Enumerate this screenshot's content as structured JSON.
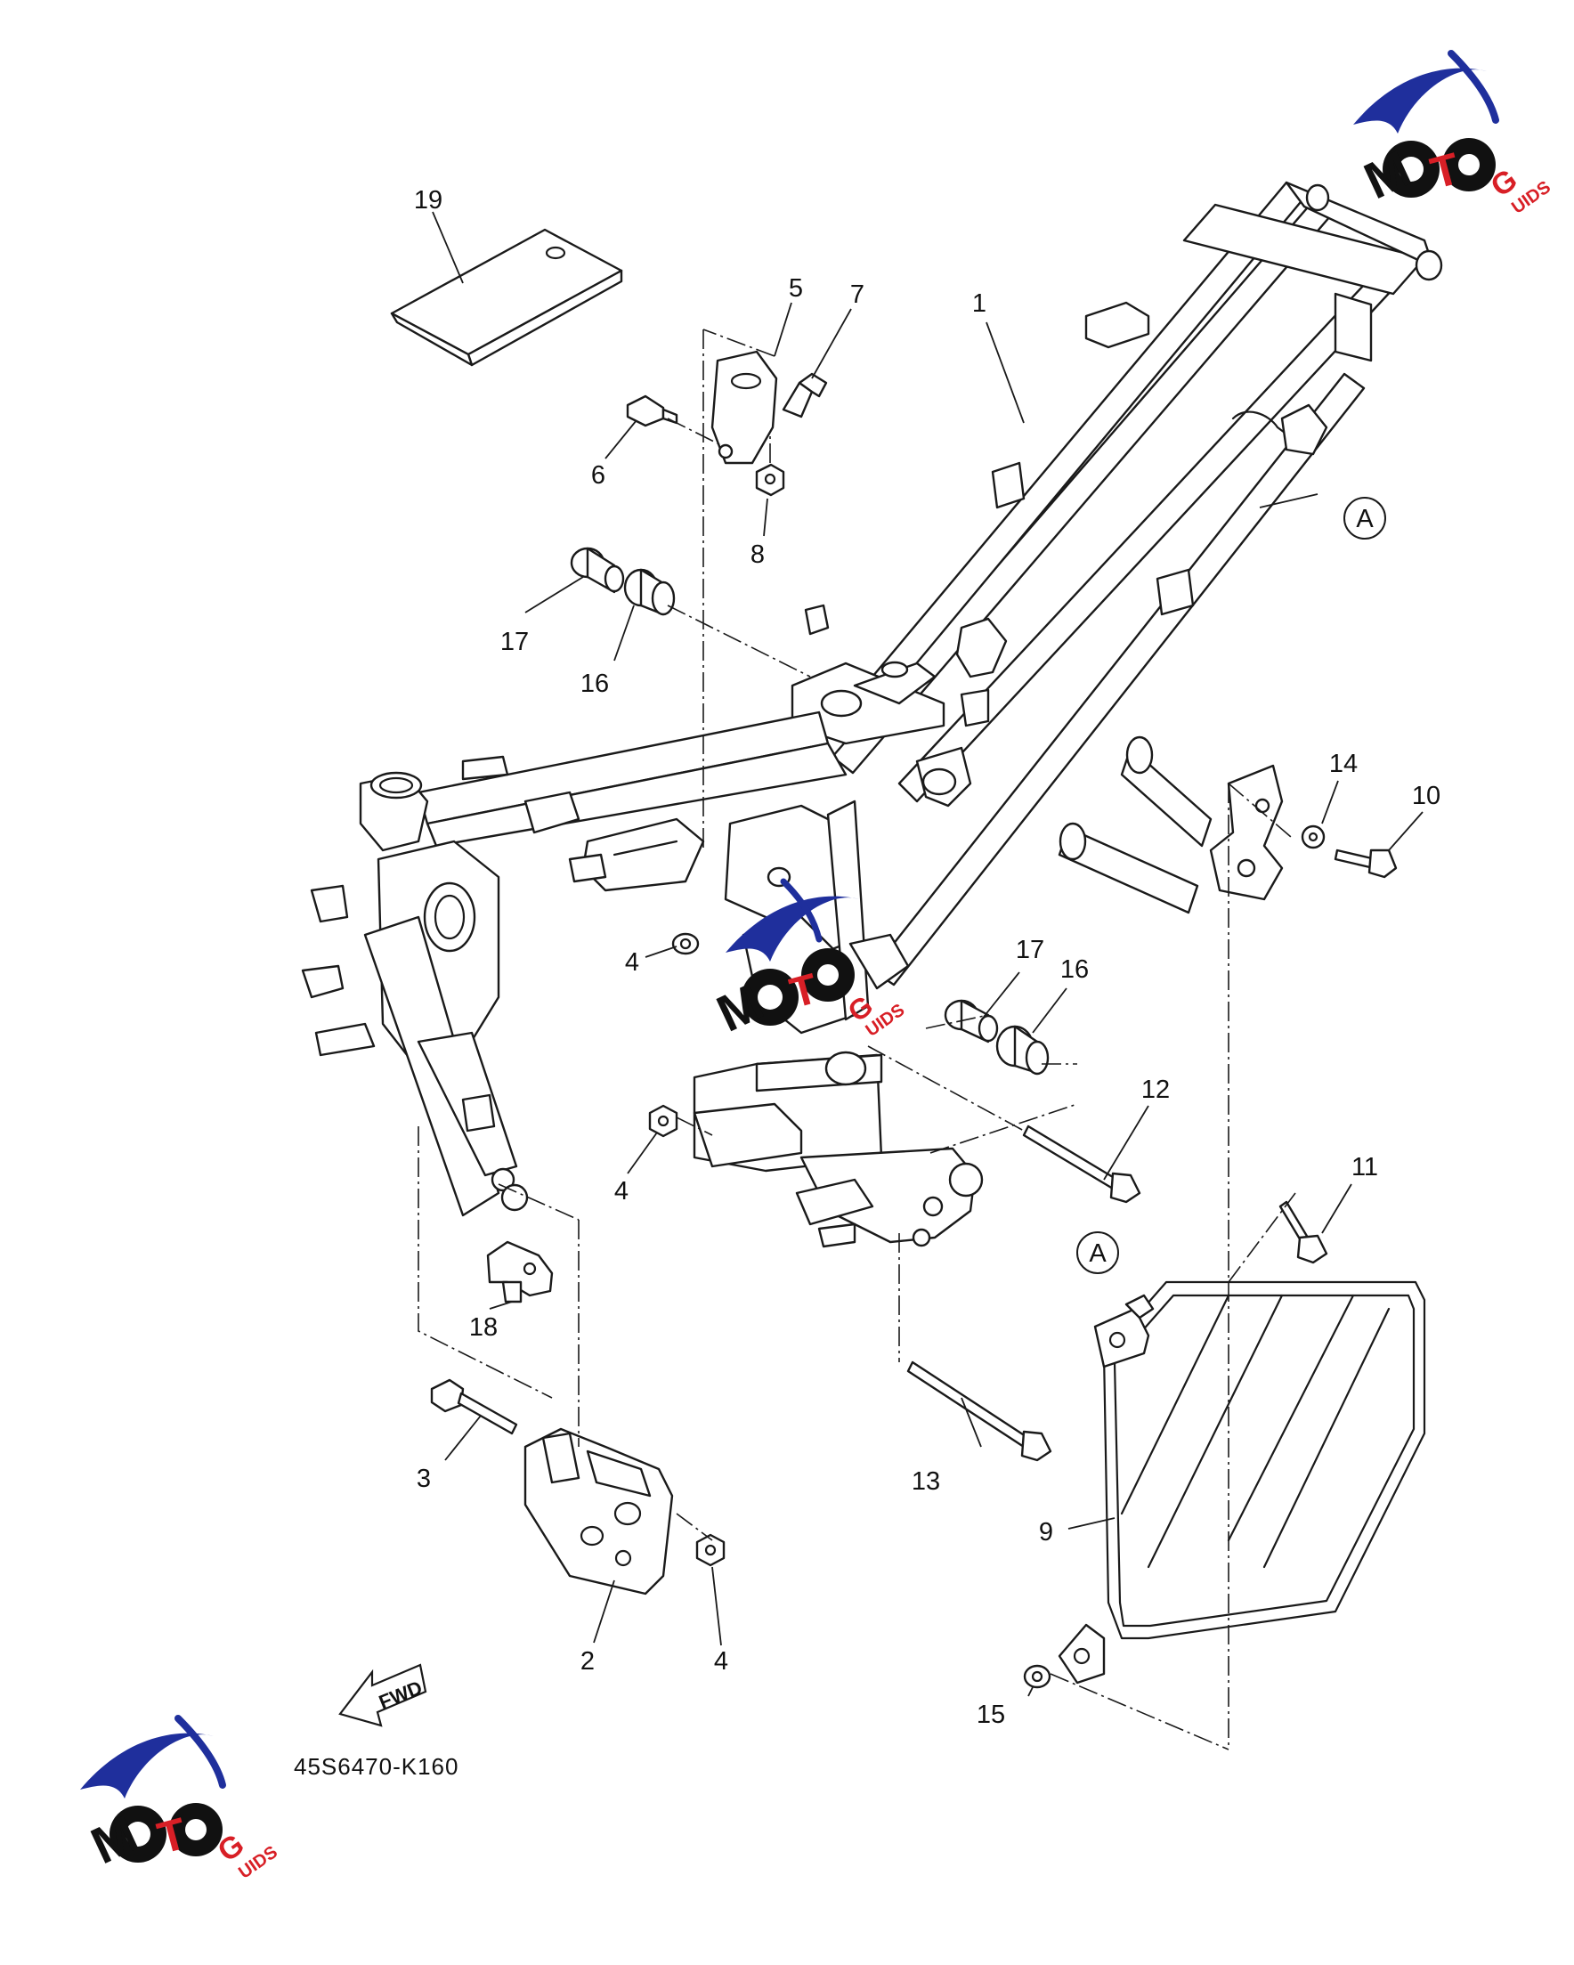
{
  "diagram": {
    "drawing_code": "45S6470-K160",
    "fwd_arrow_label": "FWD",
    "reference_marker": "A",
    "callouts": [
      "1",
      "2",
      "3",
      "4",
      "4",
      "4",
      "5",
      "6",
      "7",
      "8",
      "9",
      "10",
      "11",
      "12",
      "13",
      "14",
      "15",
      "16",
      "16",
      "17",
      "17",
      "18",
      "19"
    ],
    "colors": {
      "line": "#1a1a1a",
      "logo_blue": "#1f2f9c",
      "logo_red": "#d81f26",
      "logo_black": "#111111"
    }
  },
  "watermark": {
    "letters": [
      "M",
      "T",
      "G",
      "UIDS"
    ],
    "icon": "gear-icon"
  }
}
